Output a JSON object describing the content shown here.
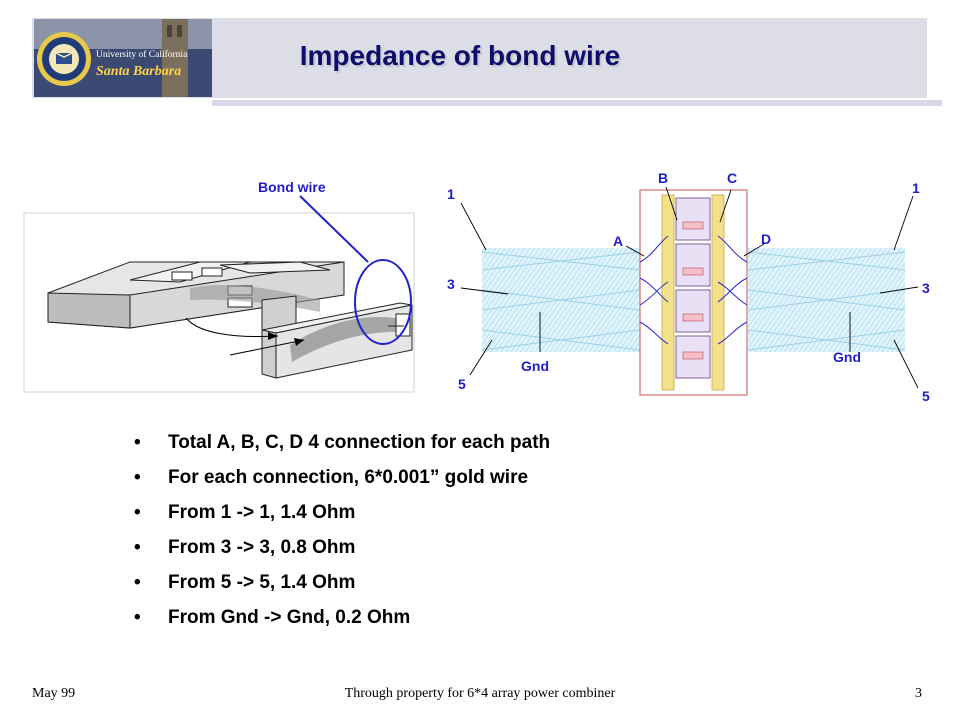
{
  "header": {
    "title": "Impedance of bond wire",
    "logo_name": "university-seal-logo",
    "logo_line1": "University of California",
    "logo_line2": "Santa Barbara"
  },
  "figure": {
    "bond_wire_label": "Bond wire",
    "left_pins": [
      "1",
      "3",
      "5"
    ],
    "right_pins": [
      "1",
      "3",
      "5"
    ],
    "gnd_left": "Gnd",
    "gnd_right": "Gnd",
    "point_a": "A",
    "point_b": "B",
    "point_c": "C",
    "point_d": "D",
    "colors": {
      "label": "#1e1ec8",
      "hatch": "#9fd8ee",
      "circle": "#2222cc",
      "frame": "#d07070"
    }
  },
  "bullets": [
    "Total A, B, C, D 4 connection for each path",
    "For each connection, 6*0.001” gold wire",
    "From 1 -> 1, 1.4 Ohm",
    "From 3 -> 3, 0.8 Ohm",
    "From 5 -> 5, 1.4 Ohm",
    "From Gnd -> Gnd, 0.2 Ohm"
  ],
  "bullet_glyph": "•",
  "footer": {
    "date": "May 99",
    "subject": "Through property for 6*4 array power combiner",
    "page_number": "3"
  }
}
